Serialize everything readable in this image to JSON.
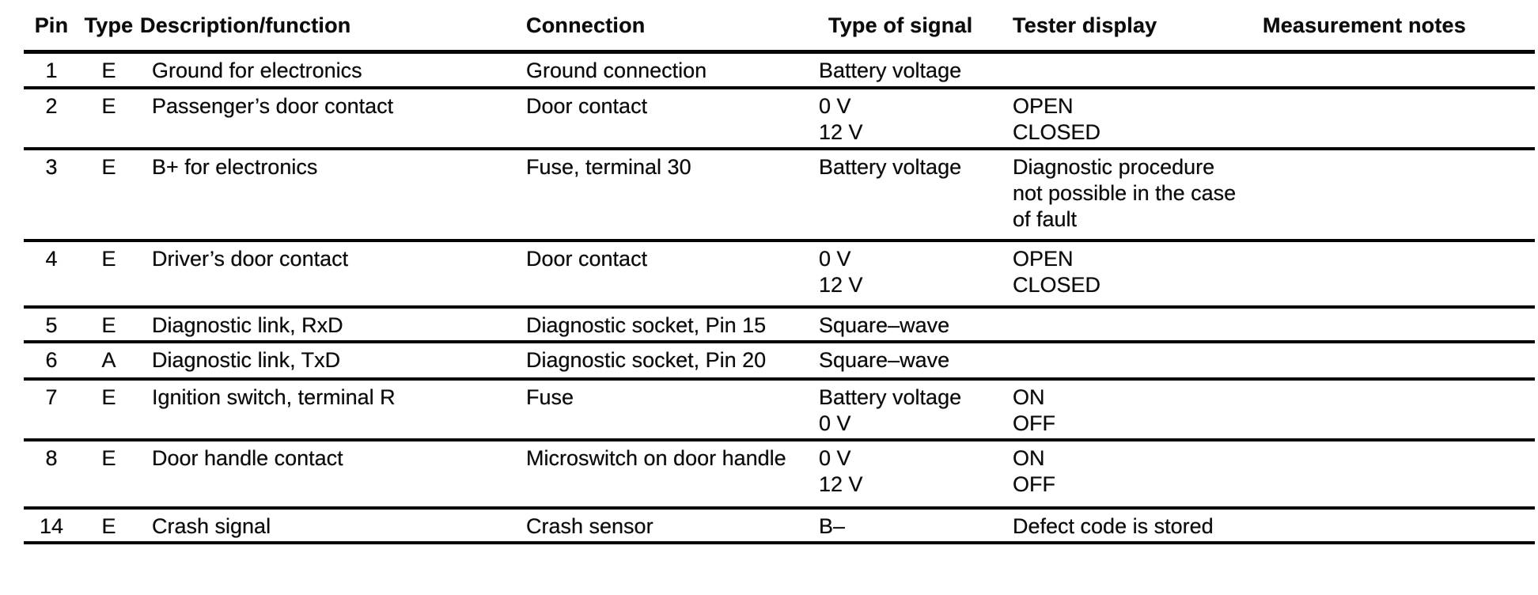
{
  "table": {
    "columns": {
      "pin": "Pin",
      "type": "Type",
      "description": "Description/function",
      "connection": "Connection",
      "signal": "Type of signal",
      "tester": "Tester display",
      "notes": "Measurement notes"
    },
    "rows": [
      {
        "pin": "1",
        "type": "E",
        "description": "Ground for electronics",
        "connection": "Ground connection",
        "signal": [
          "Battery voltage"
        ],
        "tester": [],
        "notes": []
      },
      {
        "pin": "2",
        "type": "E",
        "description": "Passenger’s door contact",
        "connection": "Door contact",
        "signal": [
          "0 V",
          "12 V"
        ],
        "tester": [
          "OPEN",
          "CLOSED"
        ],
        "notes": []
      },
      {
        "pin": "3",
        "type": "E",
        "description": "B+ for electronics",
        "connection": "Fuse, terminal 30",
        "signal": [
          "Battery voltage"
        ],
        "tester": [
          "Diagnostic procedure",
          "not possible in the case",
          "of fault"
        ],
        "notes": []
      },
      {
        "pin": "4",
        "type": "E",
        "description": "Driver’s door contact",
        "connection": "Door contact",
        "signal": [
          "0 V",
          "12 V"
        ],
        "tester": [
          "OPEN",
          "CLOSED"
        ],
        "notes": []
      },
      {
        "pin": "5",
        "type": "E",
        "description": "Diagnostic link, RxD",
        "connection": "Diagnostic socket, Pin 15",
        "signal": [
          "Square–wave"
        ],
        "tester": [],
        "notes": []
      },
      {
        "pin": "6",
        "type": "A",
        "description": "Diagnostic link, TxD",
        "connection": "Diagnostic socket, Pin 20",
        "signal": [
          "Square–wave"
        ],
        "tester": [],
        "notes": []
      },
      {
        "pin": "7",
        "type": "E",
        "description": "Ignition switch, terminal R",
        "connection": "Fuse",
        "signal": [
          "Battery voltage",
          "0 V"
        ],
        "tester": [
          "ON",
          "OFF"
        ],
        "notes": []
      },
      {
        "pin": "8",
        "type": "E",
        "description": "Door handle contact",
        "connection": "Microswitch on door handle",
        "signal": [
          "0 V",
          "12 V"
        ],
        "tester": [
          "ON",
          "OFF"
        ],
        "notes": []
      },
      {
        "pin": "14",
        "type": "E",
        "description": "Crash signal",
        "connection": "Crash sensor",
        "signal": [
          "B–"
        ],
        "tester": [
          "Defect code is stored"
        ],
        "notes": []
      }
    ]
  }
}
